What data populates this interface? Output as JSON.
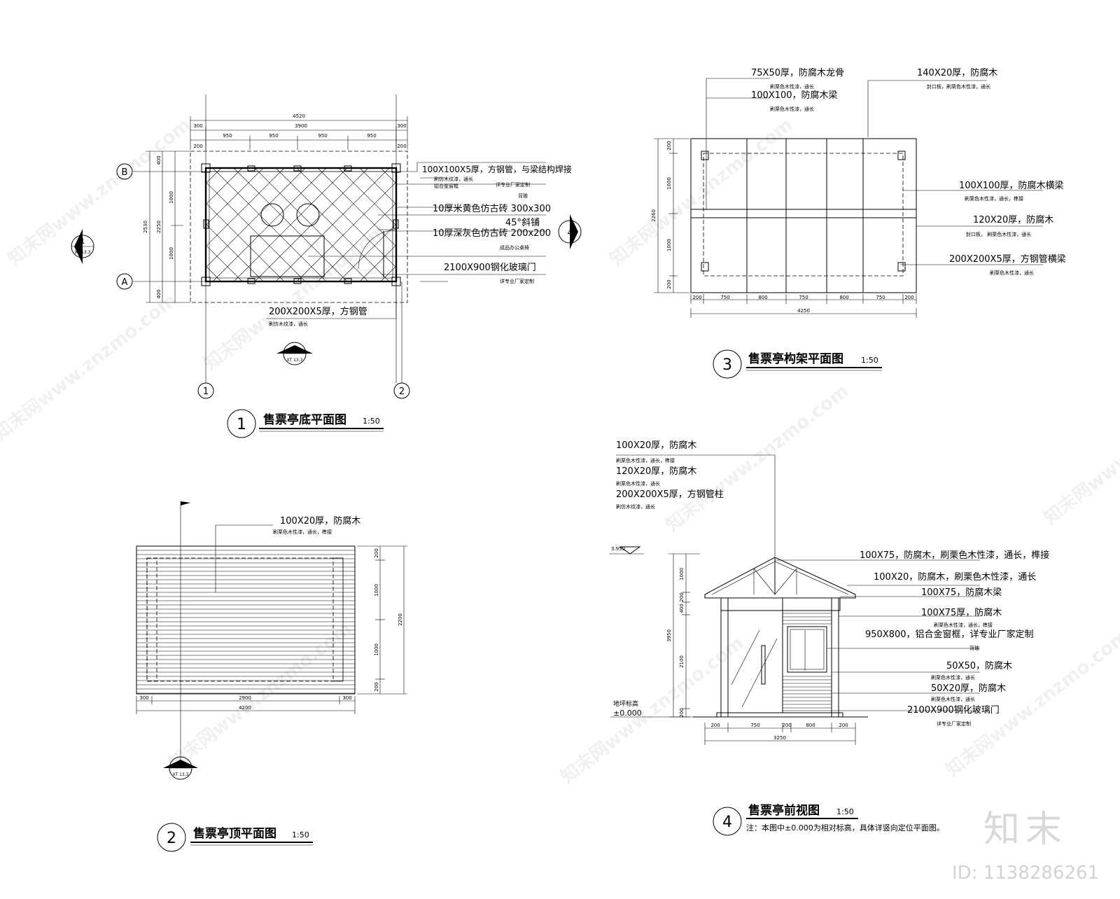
{
  "drawing_1": {
    "num": "1",
    "title": "售票亭底平面图",
    "scale": "1:50",
    "dims": {
      "total": "4520",
      "inner": "3900",
      "left": "300",
      "right": "300",
      "d1": "950",
      "d2": "950",
      "d3": "950",
      "d4": "950",
      "s1": "200",
      "s2": "200",
      "v_total": "2530",
      "v_inner": "2250",
      "v1": "1000",
      "v2": "1000",
      "v_top": "400",
      "v_bot": "400"
    },
    "axes": {
      "B": "B",
      "A": "A",
      "one": "1",
      "two": "2"
    },
    "notes": {
      "n1": "100X100X5厚，方钢管，与梁结构焊接",
      "n1b": "刷仿木纹漆，通长",
      "n1c": "铝合金窗框",
      "n1d": "详专业厂家定制",
      "n1e": "背玻",
      "n2": "10厚米黄色仿古砖 300x300",
      "n3": "45°斜铺",
      "n4": "10厚深灰色仿古砖 200x200",
      "n4b": "成品办公桌椅",
      "n5": "2100X900钢化玻璃门",
      "n5b": "详专业厂家定制",
      "n6": "200X200X5厚，方钢管",
      "n6b": "刷仿木纹漆，通长"
    },
    "sec1": {
      "num": "1",
      "ref": "XT 13.3"
    },
    "sec2": {
      "num": "2",
      "ref": "XT 13.3"
    },
    "sec4": {
      "num": "4"
    }
  },
  "drawing_2": {
    "num": "2",
    "title": "售票亭顶平面图",
    "scale": "1:50",
    "notes": {
      "n1": "100X20厚，防腐木",
      "n1b": "刷栗色木性漆，通长，榫接"
    },
    "dims": {
      "h1": "300",
      "h2": "2900",
      "h3": "300",
      "htot": "4200",
      "v1": "200",
      "v2": "1000",
      "v3": "1000",
      "v4": "200",
      "vtot": "2200"
    },
    "sec3": {
      "num": "3",
      "ref": "XT 13.3"
    }
  },
  "drawing_3": {
    "num": "3",
    "title": "售票亭构架平面图",
    "scale": "1:50",
    "notes": {
      "n1": "75X50厚，防腐木龙骨",
      "n1b": "刷栗色木性漆，通长",
      "n2": "100X100，防腐木梁",
      "n2b": "刷栗色木性漆，通长",
      "n3": "140X20厚，防腐木",
      "n3b": "封口板，刷栗色木性漆，通长",
      "n4": "100X100厚，防腐木横梁",
      "n4b": "刷栗色木性漆，通长，榫接",
      "n5": "120X20厚，防腐木",
      "n5b": "封口板， 刷栗色木性漆，通长",
      "n6": "200X200X5厚，方钢管横梁",
      "n6b": "刷栗色木性漆，通长"
    },
    "dims": {
      "h1": "200",
      "h2": "750",
      "h3": "800",
      "h4": "750",
      "h5": "800",
      "h6": "750",
      "h7": "200",
      "htot": "4250",
      "v1": "200",
      "v2": "1000",
      "v3": "1000",
      "v4": "200",
      "vtot": "2260"
    }
  },
  "drawing_4": {
    "num": "4",
    "title": "售票亭前视图",
    "scale": "1:50",
    "footnote": "注：本图中±0.000为相对标高，具体详竖向定位平面图。",
    "levels": {
      "top": "3.950",
      "ground_label": "地坪标高",
      "ground": "±0.000"
    },
    "notes": {
      "t1": "100X20厚，防腐木",
      "t1b": "刷栗色木性漆，通长，榫接",
      "t2": "120X20厚，防腐木",
      "t2b": "刷栗色木性漆，通长",
      "t3": "200X200X5厚，方钢管柱",
      "t3b": "刷仿木纹漆，通长",
      "r1": "100X75，防腐木，刷栗色木性漆，通长，榫接",
      "r2": "100X20，防腐木，刷栗色木性漆，通长",
      "r3": "100X75，防腐木梁",
      "r4": "100X75厚，防腐木",
      "r4b": "刷栗色木性漆，通长，榫接",
      "r5": "950X800，铝合金窗框，详专业厂家定制",
      "r5b": "背玻",
      "r6": "50X50，防腐木",
      "r6b": "刷栗色木性漆，通长",
      "r7": "50X20厚，防腐木",
      "r7b": "刷栗色木性漆，通长",
      "r8": "2100X900钢化玻璃门",
      "r8b": "详专业厂家定制"
    },
    "dims": {
      "h1": "200",
      "h2": "750",
      "h3": "200",
      "h4": "800",
      "h5": "200",
      "htot": "3250",
      "v1": "1000",
      "v2": "200",
      "v3": "400",
      "v4": "2100",
      "v5": "200",
      "vtot": "3950"
    }
  },
  "branding": {
    "logo": "知末",
    "id": "ID: 1138286261",
    "watermark": "知末网www.znzmo.com"
  }
}
